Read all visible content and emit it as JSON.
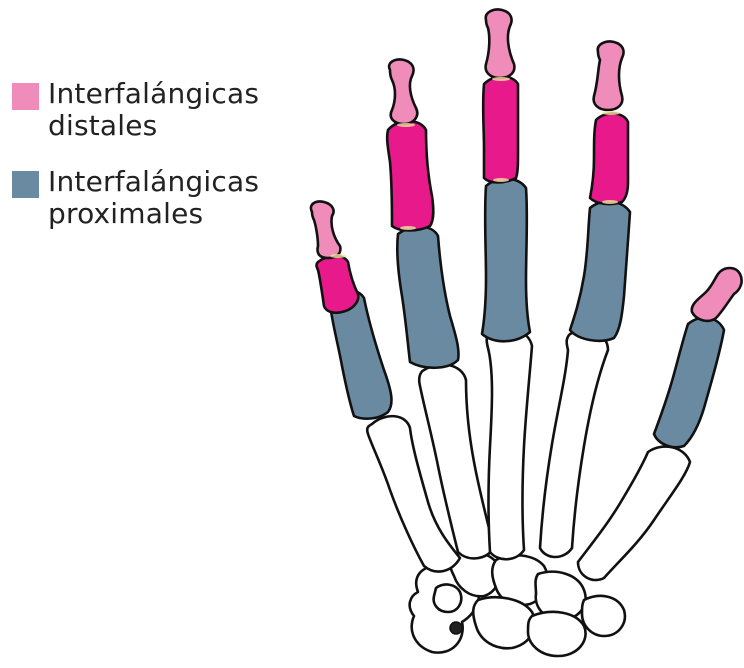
{
  "legend": {
    "items": [
      {
        "line1": "Interfalángicas",
        "line2": "distales",
        "color": "#f08cba"
      },
      {
        "line1": "Interfalángicas",
        "line2": "proximales",
        "color": "#6a8aa1"
      }
    ]
  },
  "colors": {
    "distal_phalanx": "#f08cba",
    "middle_phalanx": "#e8198a",
    "proximal_phalanx": "#6a8aa1",
    "bone_outline": "#111111",
    "bone_fill": "#ffffff"
  }
}
